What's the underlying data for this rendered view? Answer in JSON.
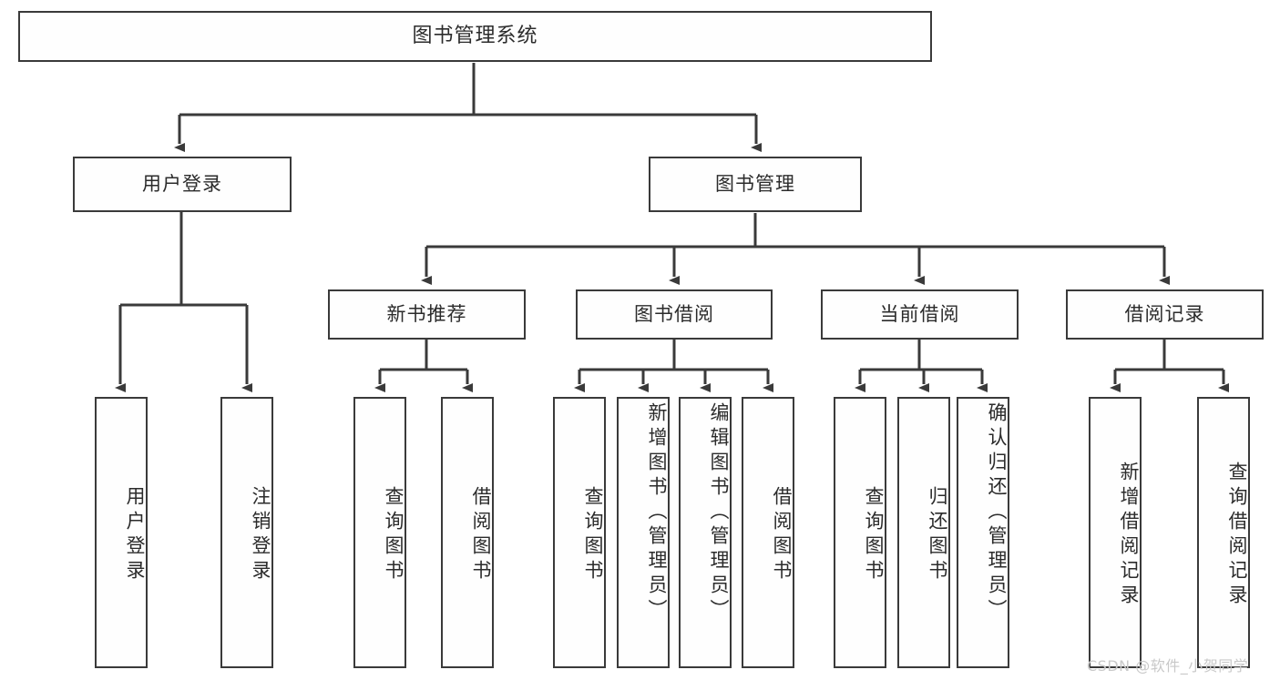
{
  "diagram": {
    "title": "图书管理系统",
    "watermark": "CSDN @软件_小贺同学",
    "colors": {
      "background": "#ffffff",
      "node_fill": "#fefefe",
      "node_border": "#3a3a3a",
      "connector": "#3a3a3a",
      "text": "#2b2b2b",
      "watermark": "#c9c9c9"
    },
    "levels": {
      "root": {
        "label": "图书管理系统"
      },
      "level2": [
        {
          "label": "用户登录"
        },
        {
          "label": "图书管理"
        }
      ],
      "level3": [
        {
          "label": "新书推荐"
        },
        {
          "label": "图书借阅"
        },
        {
          "label": "当前借阅"
        },
        {
          "label": "借阅记录"
        }
      ],
      "leaves": {
        "user_login": [
          {
            "label": "用户登录"
          },
          {
            "label": "注销登录"
          }
        ],
        "new_book_recommend": [
          {
            "label": "查询图书"
          },
          {
            "label": "借阅图书"
          }
        ],
        "book_borrow": [
          {
            "label": "查询图书"
          },
          {
            "label": "新增图书（管理员）"
          },
          {
            "label": "编辑图书（管理员）"
          },
          {
            "label": "借阅图书"
          }
        ],
        "current_borrow": [
          {
            "label": "查询图书"
          },
          {
            "label": "归还图书"
          },
          {
            "label": "确认归还（管理员）"
          }
        ],
        "borrow_record": [
          {
            "label": "新增借阅记录"
          },
          {
            "label": "查询借阅记录"
          }
        ]
      }
    }
  }
}
